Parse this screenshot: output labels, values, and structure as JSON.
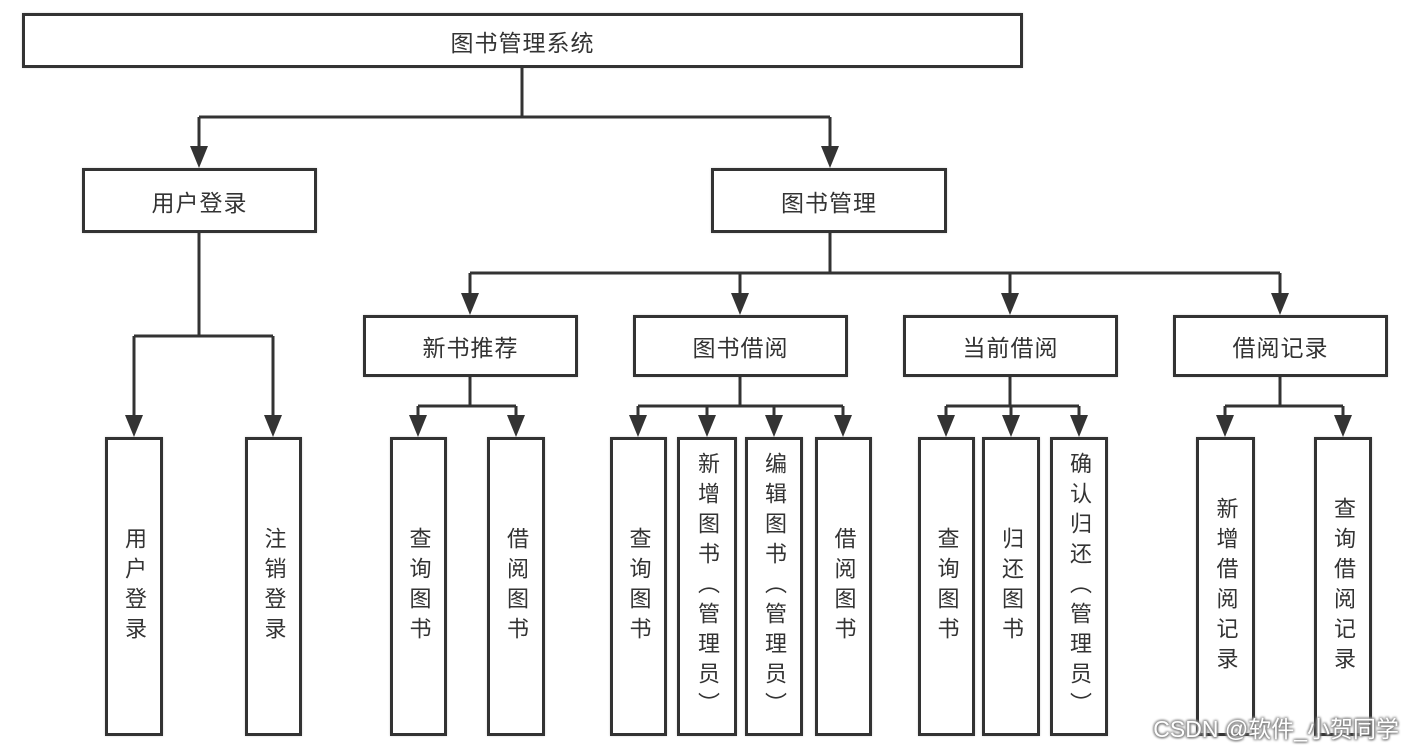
{
  "tree": {
    "label": "图书管理系统",
    "children": [
      {
        "label": "用户登录",
        "children": [
          {
            "label": "用户登录"
          },
          {
            "label": "注销登录"
          }
        ]
      },
      {
        "label": "图书管理",
        "children": [
          {
            "label": "新书推荐",
            "children": [
              {
                "label": "查询图书"
              },
              {
                "label": "借阅图书"
              }
            ]
          },
          {
            "label": "图书借阅",
            "children": [
              {
                "label": "查询图书"
              },
              {
                "label": "新增图书（管理员）"
              },
              {
                "label": "编辑图书（管理员）"
              },
              {
                "label": "借阅图书"
              }
            ]
          },
          {
            "label": "当前借阅",
            "children": [
              {
                "label": "查询图书"
              },
              {
                "label": "归还图书"
              },
              {
                "label": "确认归还（管理员）"
              }
            ]
          },
          {
            "label": "借阅记录",
            "children": [
              {
                "label": "新增借阅记录"
              },
              {
                "label": "查询借阅记录"
              }
            ]
          }
        ]
      }
    ]
  },
  "watermark": {
    "text": "CSDN @软件_小贺同学"
  },
  "colors": {
    "line": "#333333",
    "box_border": "#333333",
    "text": "#333333",
    "background": "#ffffff",
    "watermark_fill": "#ffffff",
    "watermark_shadow": "#8a8a8a"
  }
}
